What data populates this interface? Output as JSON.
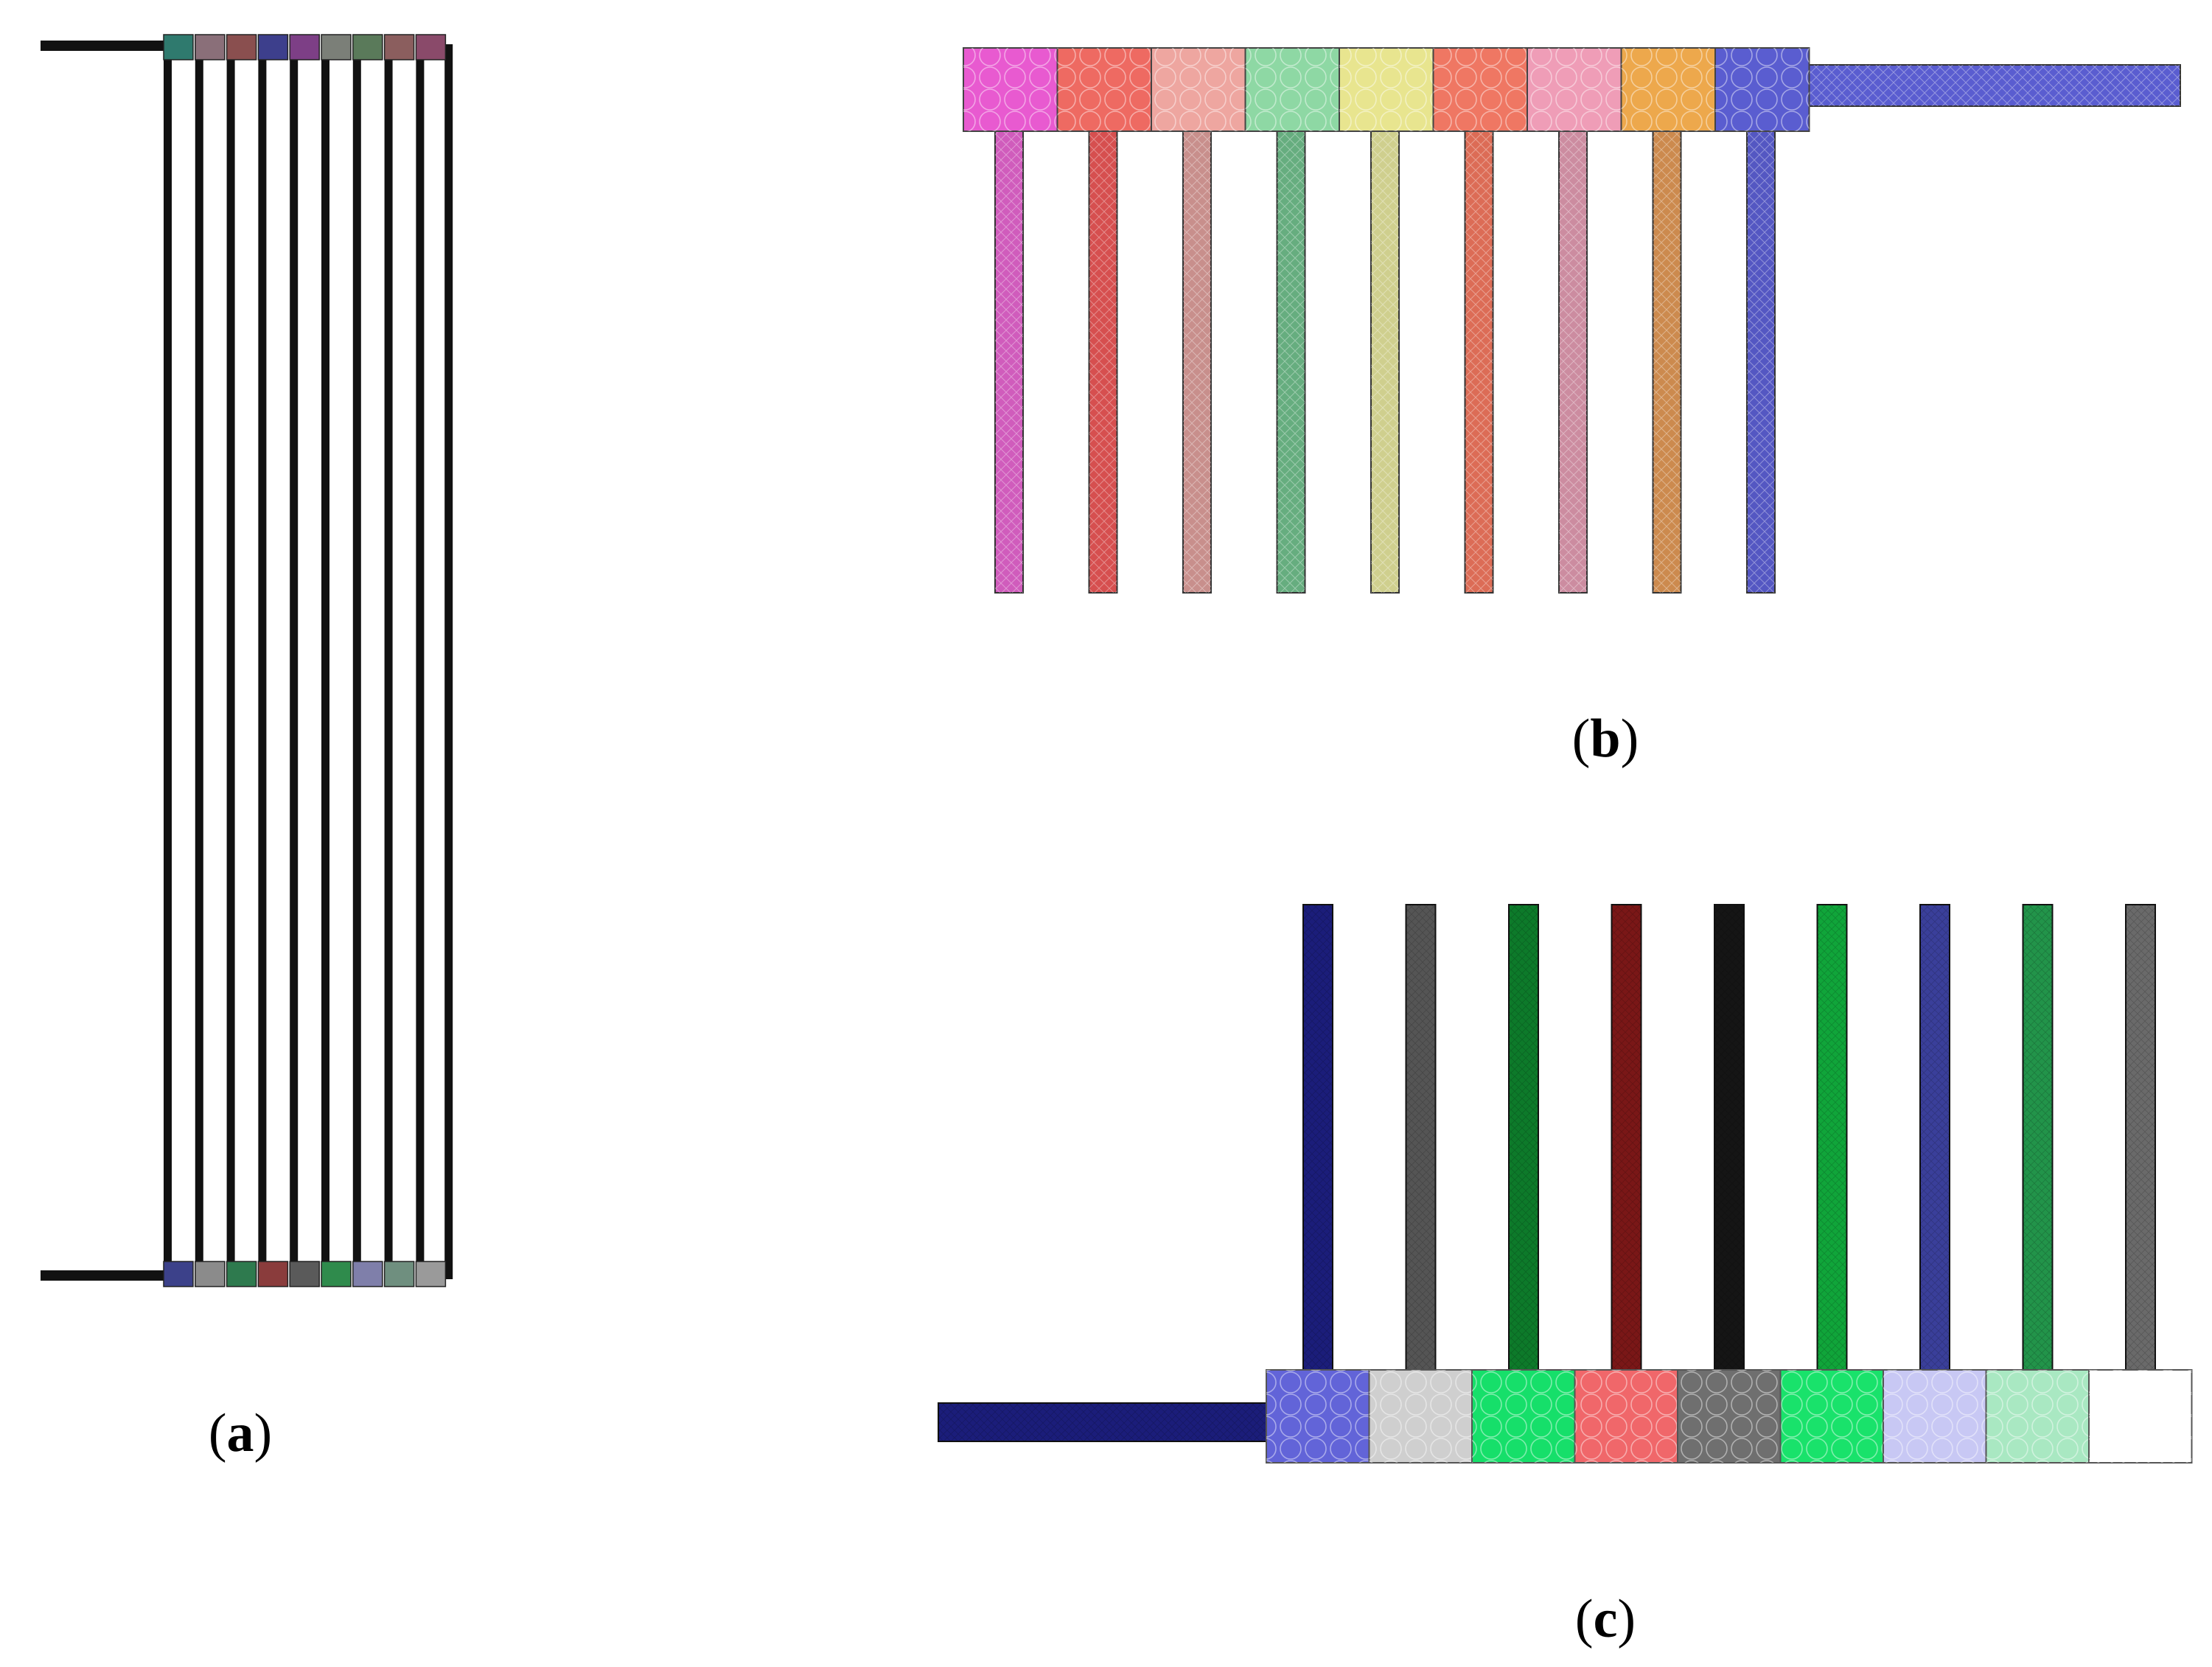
{
  "panels": [
    {
      "id": "a",
      "caption_open": "(",
      "caption_letter": "a",
      "caption_close": ")",
      "tube_color": "#111111",
      "header_cell_colors_top": [
        "#2f7a6e",
        "#8a6f79",
        "#8a4f4f",
        "#3d3f8c",
        "#7d3f86",
        "#7b7f78",
        "#5a7a5a",
        "#8b5e5e",
        "#8a4a6a"
      ],
      "header_cell_colors_bottom": [
        "#3c418a",
        "#8b8b8b",
        "#2e7a4e",
        "#8a3c3c",
        "#5a5a5a",
        "#2f8b4c",
        "#7f7faa",
        "#6f8f7f",
        "#9a9a9a"
      ]
    },
    {
      "id": "b",
      "caption_open": "(",
      "caption_letter": "b",
      "caption_close": ")",
      "header_cell_colors": [
        "#e85ad0",
        "#ee6a62",
        "#eea6a0",
        "#8ed8a4",
        "#e8e58f",
        "#ef7763",
        "#ef9db7",
        "#eda84c",
        "#5a5dd0"
      ],
      "tube_colors": [
        "#d05cbc",
        "#d64f4f",
        "#c88f8c",
        "#66ad7f",
        "#cfcf8e",
        "#dc6c56",
        "#cc8ca0",
        "#cc8a4e",
        "#5457c2"
      ],
      "outlet_color": "#5a5dd0"
    },
    {
      "id": "c",
      "caption_open": "(",
      "caption_letter": "c",
      "caption_close": ")",
      "header_cell_colors": [
        "#6264d8",
        "#cfcfcf",
        "#16df6a",
        "#f0676a",
        "#6f6f6f",
        "#19e26b",
        "#c8c8f4",
        "#a9e8c2",
        "#ffffff"
      ],
      "tube_colors": [
        "#1b1d7a",
        "#555555",
        "#0d7a2a",
        "#7a1717",
        "#151515",
        "#10a53a",
        "#3a3f9a",
        "#22944a",
        "#6a6a6a"
      ],
      "inlet_color": "#1b1d7a"
    }
  ]
}
